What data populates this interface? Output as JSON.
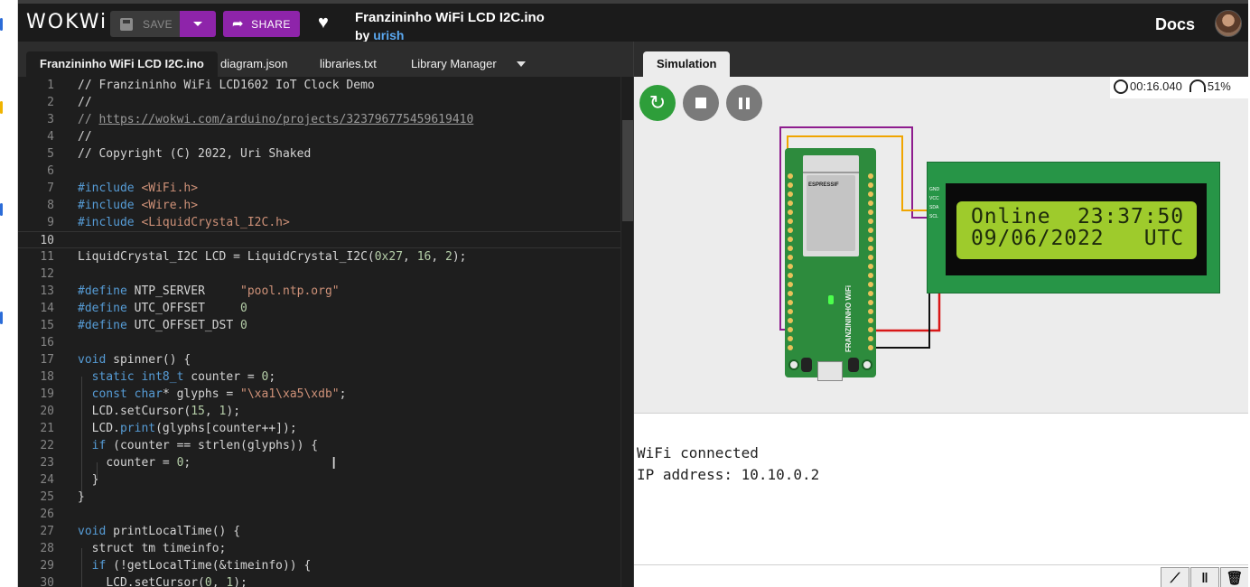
{
  "header": {
    "logo": "WOKWi",
    "save_label": "SAVE",
    "share_label": "SHARE",
    "project_title": "Franzininho WiFi LCD I2C.ino",
    "by_prefix": "by",
    "author": "urish",
    "docs_label": "Docs"
  },
  "editor_tabs": [
    {
      "label": "Franzininho WiFi LCD I2C.ino",
      "active": true
    },
    {
      "label": "diagram.json",
      "active": false
    },
    {
      "label": "libraries.txt",
      "active": false
    },
    {
      "label": "Library Manager",
      "active": false
    }
  ],
  "code": {
    "current_line": 10,
    "lines": [
      "1",
      "2",
      "3",
      "4",
      "5",
      "6",
      "7",
      "8",
      "9",
      "10",
      "11",
      "12",
      "13",
      "14",
      "15",
      "16",
      "17",
      "18",
      "19",
      "20",
      "21",
      "22",
      "23",
      "24",
      "25",
      "26",
      "27",
      "28",
      "29",
      "30"
    ],
    "text": {
      "l1": "// Franzininho WiFi LCD1602 IoT Clock Demo",
      "l2": "//",
      "l3_prefix": "// ",
      "l3_link": "https://wokwi.com/arduino/projects/323796775459619410",
      "l4": "//",
      "l5": "// Copyright (C) 2022, Uri Shaked",
      "inc1": "<WiFi.h>",
      "inc2": "<Wire.h>",
      "inc3": "<LiquidCrystal_I2C.h>",
      "include_kw": "#include",
      "define_kw": "#define",
      "l11": "LiquidCrystal_I2C LCD = LiquidCrystal_I2C(",
      "l11_a": "0x27",
      "l11_b": ", ",
      "l11_c": "16",
      "l11_d": ", ",
      "l11_e": "2",
      "l11_f": ");",
      "d1_name": " NTP_SERVER     ",
      "d1_val": "\"pool.ntp.org\"",
      "d2_name": " UTC_OFFSET     ",
      "d2_val": "0",
      "d3_name": " UTC_OFFSET_DST ",
      "d3_val": "0",
      "void": "void",
      "l17_rest": " spinner() {",
      "l18_kw": "static",
      "l18_type": "int8_t",
      "l18_rest": " counter = ",
      "l18_num": "0",
      "l18_end": ";",
      "l19_kw": "const",
      "l19_type": "char",
      "l19_rest": "* glyphs = ",
      "l19_str": "\"\\xa1\\xa5\\xdb\"",
      "l19_end": ";",
      "l20": "LCD.setCursor(",
      "l20_a": "15",
      "l20_b": ", ",
      "l20_c": "1",
      "l20_d": ");",
      "l21_a": "LCD.",
      "l21_fn": "print",
      "l21_b": "(glyphs[counter++]);",
      "if": "if",
      "l22_rest": " (counter == strlen(glyphs)) {",
      "l23": "counter = ",
      "l23_num": "0",
      "l23_end": ";",
      "brace_close": "}",
      "l27_rest": " printLocalTime() {",
      "l28": "struct tm timeinfo;",
      "l29_rest": " (!getLocalTime(&timeinfo)) {",
      "l30": "LCD.setCursor(",
      "l30_a": "0",
      "l30_b": ", ",
      "l30_c": "1",
      "l30_d": ");"
    }
  },
  "simulation": {
    "tab_label": "Simulation",
    "timer": "00:16.040",
    "speed": "51%",
    "board_brand": "ESPRESSIF",
    "board_label": "FRANZININHO WiFi",
    "lcd_line1": "Online  23:37:50",
    "lcd_line2": "09/06/2022   UTC",
    "lcd_pins": [
      "GND",
      "VCC",
      "SDA",
      "SCL"
    ]
  },
  "serial": {
    "output_line1": "WiFi connected",
    "output_line2": "IP address: 10.10.0.2"
  },
  "colors": {
    "accent": "#8e24aa",
    "run_green": "#2e9e3a",
    "link": "#5aa7ef",
    "lcd_backlight": "#9ecb2c"
  },
  "icons": [
    "save-icon",
    "dropdown-icon",
    "share-icon",
    "heart-icon",
    "restart-icon",
    "stop-icon",
    "pause-icon",
    "stopwatch-icon",
    "speed-gauge-icon",
    "chart-icon",
    "pause-serial-icon",
    "trash-icon"
  ]
}
